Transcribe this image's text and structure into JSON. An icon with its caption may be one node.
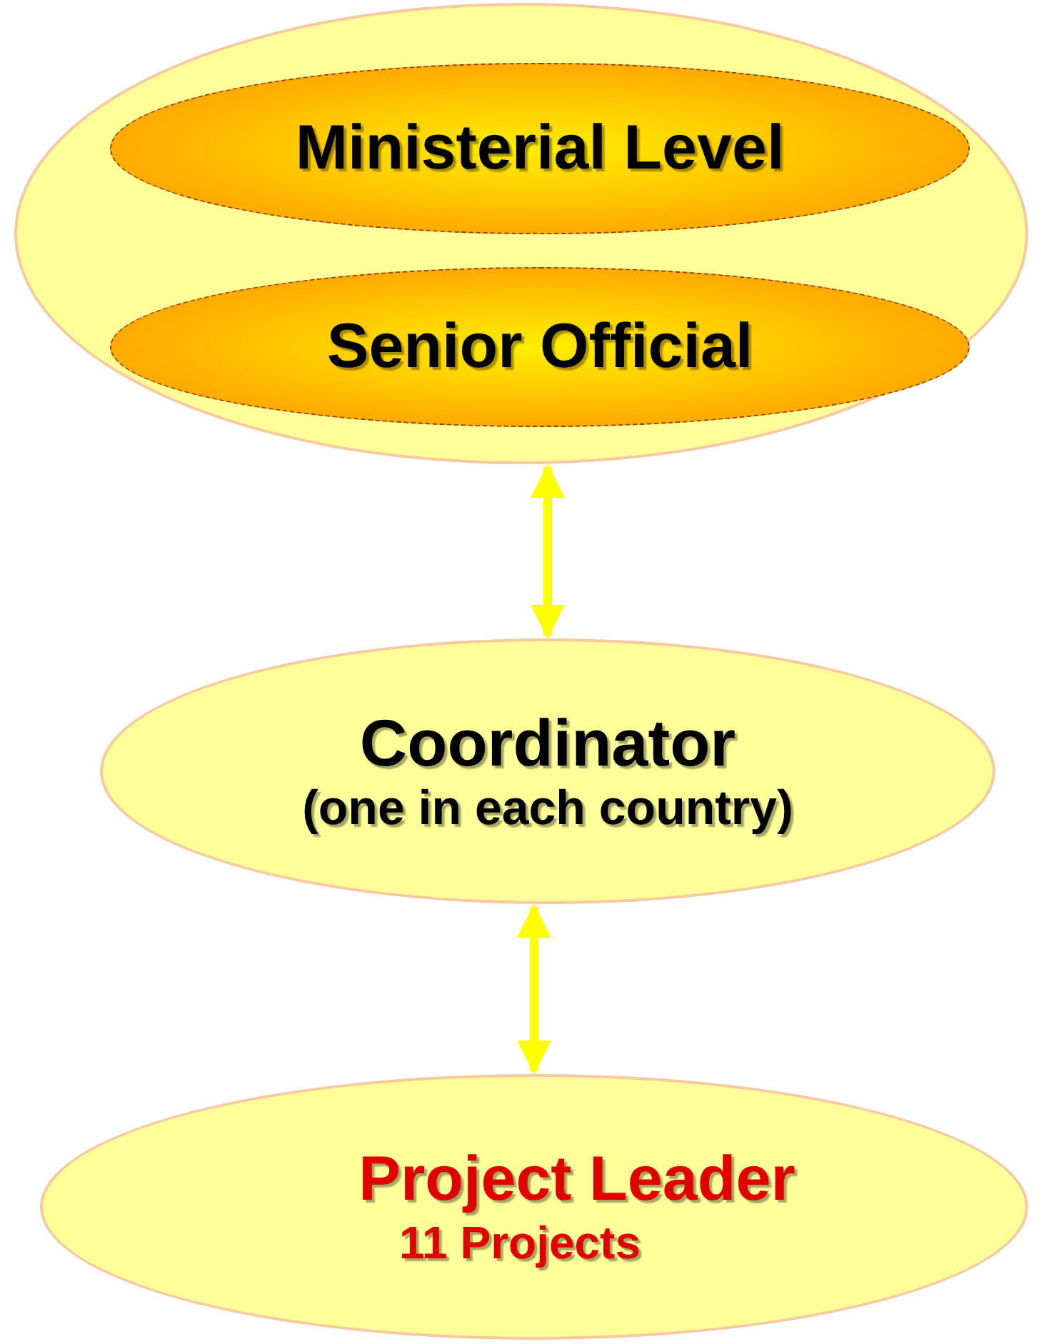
{
  "diagram": {
    "nodes": [
      {
        "text": [],
        "shape": "ellipse"
      },
      {
        "text": [
          "Ministerial Level"
        ],
        "in": 0
      },
      {
        "text": [
          "Senior Official"
        ],
        "in": 0
      },
      {
        "text": [
          "Coordinator",
          "(one in each country)"
        ]
      },
      {
        "text": [
          "Project Leader",
          "11 Projects"
        ]
      }
    ],
    "edges": [
      {
        "from": 0,
        "to": 3,
        "arrow": "both"
      },
      {
        "from": 3,
        "to": 4,
        "arrow": "both"
      }
    ]
  }
}
